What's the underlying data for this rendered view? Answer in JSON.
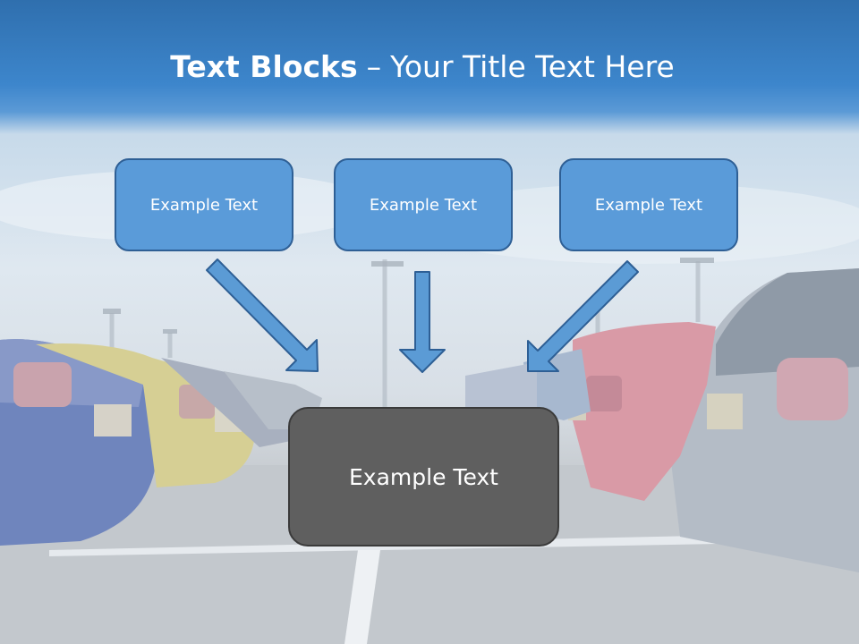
{
  "title": {
    "bold": "Text Blocks",
    "dash": "–",
    "rest": "Your Title Text Here"
  },
  "blocks": [
    {
      "label": "Example Text"
    },
    {
      "label": "Example Text"
    },
    {
      "label": "Example Text"
    }
  ],
  "main_block": {
    "label": "Example Text"
  },
  "colors": {
    "header": "#3d86cc",
    "block_fill": "#5a9bd9",
    "block_border": "#2e5f95",
    "main_fill": "#5f5f5f",
    "arrow_fill": "#5b9bd5"
  }
}
